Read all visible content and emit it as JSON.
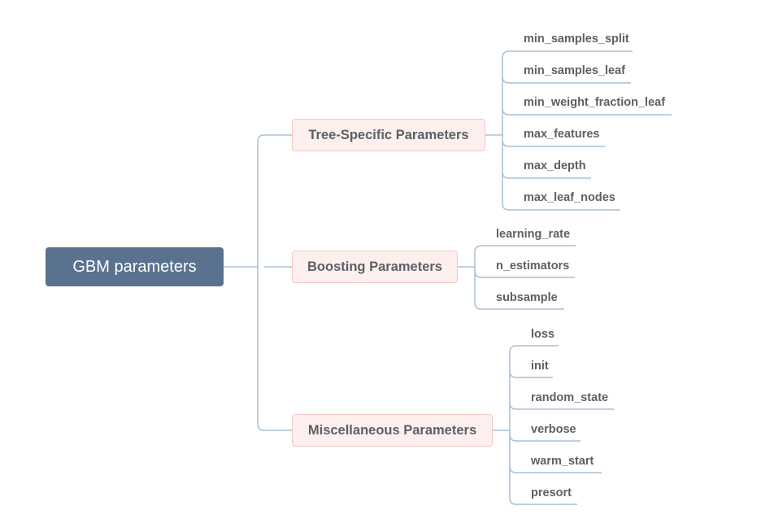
{
  "root": {
    "label": "GBM parameters"
  },
  "branches": [
    {
      "label": "Tree-Specific Parameters",
      "leaves": [
        "min_samples_split",
        "min_samples_leaf",
        "min_weight_fraction_leaf",
        "max_features",
        "max_depth",
        "max_leaf_nodes"
      ]
    },
    {
      "label": "Boosting Parameters",
      "leaves": [
        "learning_rate",
        "n_estimators",
        "subsample"
      ]
    },
    {
      "label": "Miscellaneous Parameters",
      "leaves": [
        "loss",
        "init",
        "random_state",
        "verbose",
        "warm_start",
        "presort"
      ]
    }
  ],
  "colors": {
    "root_fill": "#5a7290",
    "branch_fill": "#fcefee",
    "branch_border": "#f2c9c5",
    "connector": "#a9bfd6",
    "text": "#5d6066"
  }
}
